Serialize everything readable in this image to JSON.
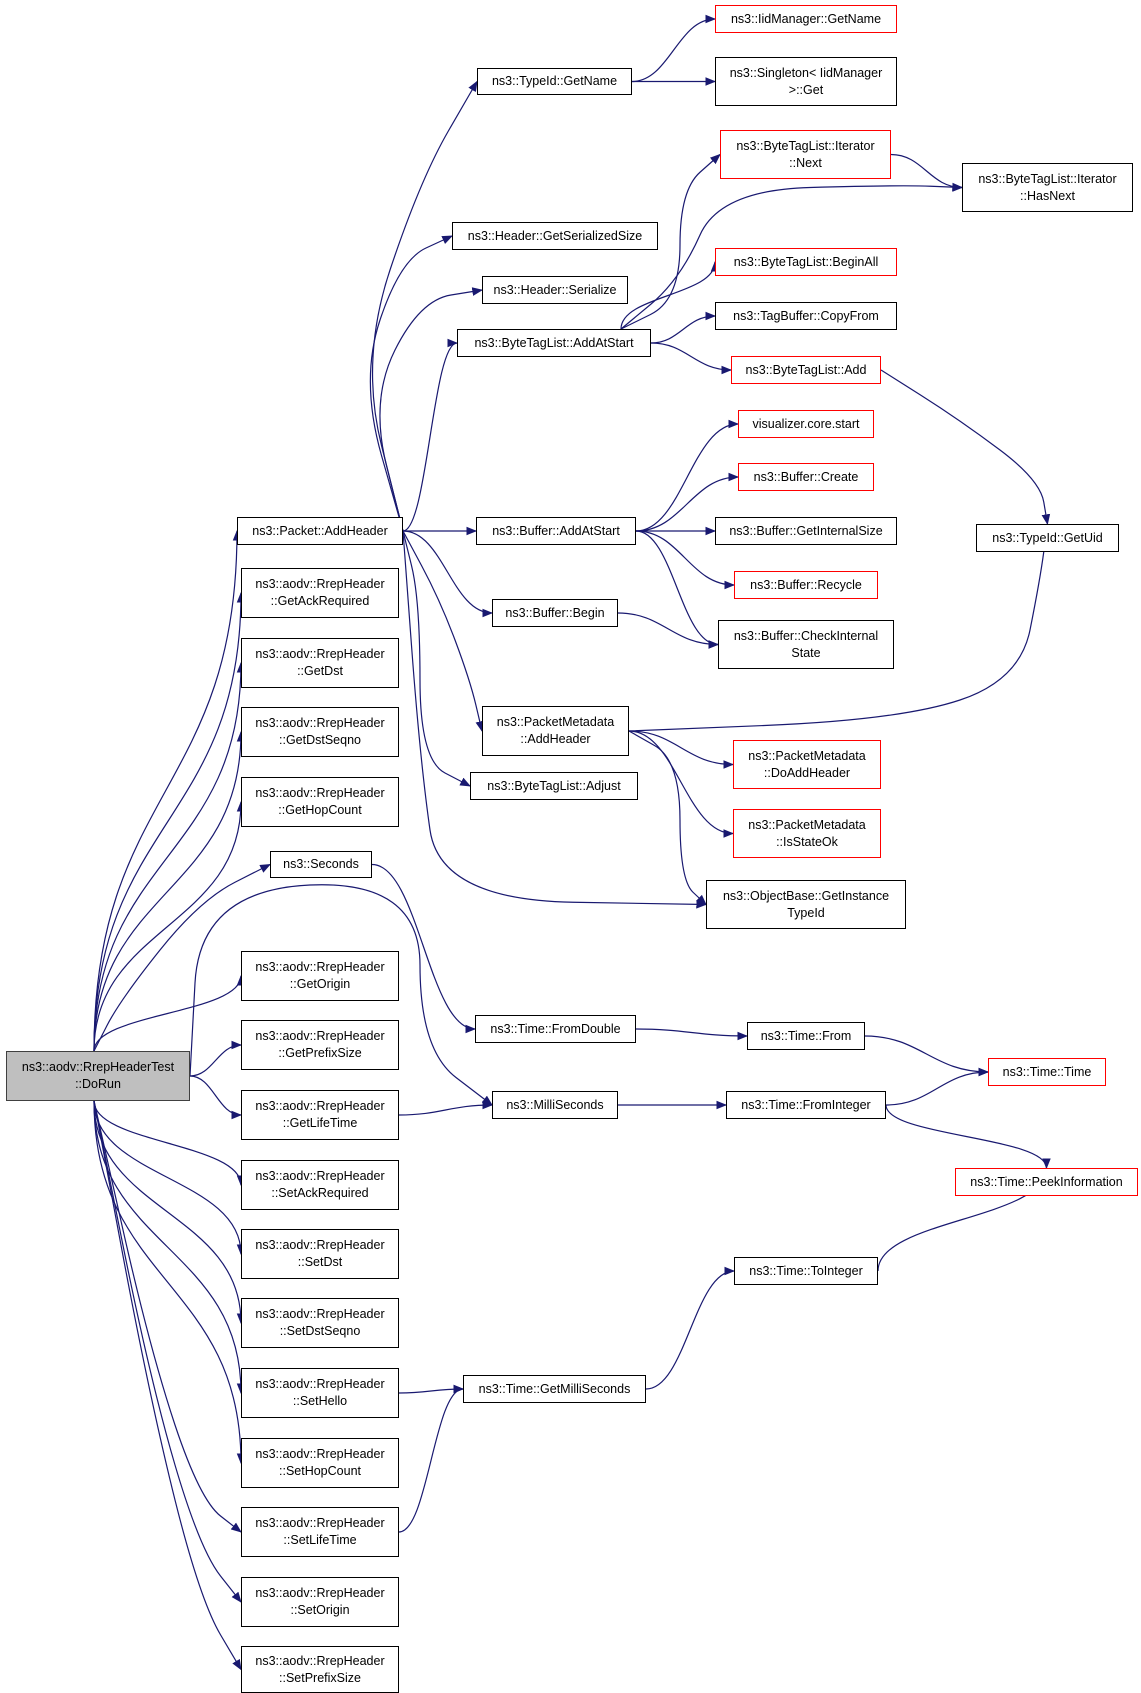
{
  "diagram": {
    "title": "",
    "colors": {
      "edge": "#191970",
      "border_normal": "#000000",
      "border_truncated": "#ff0000",
      "root_fill": "#bfbfbf"
    },
    "nodes": [
      {
        "id": "root",
        "label": "ns3::aodv::RrepHeaderTest\n::DoRun",
        "style": "root"
      },
      {
        "id": "addheader",
        "label": "ns3::Packet::AddHeader",
        "style": "normal"
      },
      {
        "id": "getackreq",
        "label": "ns3::aodv::RrepHeader\n::GetAckRequired",
        "style": "normal"
      },
      {
        "id": "getdst",
        "label": "ns3::aodv::RrepHeader\n::GetDst",
        "style": "normal"
      },
      {
        "id": "getdstseq",
        "label": "ns3::aodv::RrepHeader\n::GetDstSeqno",
        "style": "normal"
      },
      {
        "id": "gethop",
        "label": "ns3::aodv::RrepHeader\n::GetHopCount",
        "style": "normal"
      },
      {
        "id": "seconds",
        "label": "ns3::Seconds",
        "style": "normal"
      },
      {
        "id": "getorigin",
        "label": "ns3::aodv::RrepHeader\n::GetOrigin",
        "style": "normal"
      },
      {
        "id": "getprefix",
        "label": "ns3::aodv::RrepHeader\n::GetPrefixSize",
        "style": "normal"
      },
      {
        "id": "getlife",
        "label": "ns3::aodv::RrepHeader\n::GetLifeTime",
        "style": "normal"
      },
      {
        "id": "setackreq",
        "label": "ns3::aodv::RrepHeader\n::SetAckRequired",
        "style": "normal"
      },
      {
        "id": "setdst",
        "label": "ns3::aodv::RrepHeader\n::SetDst",
        "style": "normal"
      },
      {
        "id": "setdstseq",
        "label": "ns3::aodv::RrepHeader\n::SetDstSeqno",
        "style": "normal"
      },
      {
        "id": "sethello",
        "label": "ns3::aodv::RrepHeader\n::SetHello",
        "style": "normal"
      },
      {
        "id": "sethop",
        "label": "ns3::aodv::RrepHeader\n::SetHopCount",
        "style": "normal"
      },
      {
        "id": "setlife",
        "label": "ns3::aodv::RrepHeader\n::SetLifeTime",
        "style": "normal"
      },
      {
        "id": "setorigin",
        "label": "ns3::aodv::RrepHeader\n::SetOrigin",
        "style": "normal"
      },
      {
        "id": "setprefix",
        "label": "ns3::aodv::RrepHeader\n::SetPrefixSize",
        "style": "normal"
      },
      {
        "id": "typeidgetname",
        "label": "ns3::TypeId::GetName",
        "style": "normal"
      },
      {
        "id": "hdrgetser",
        "label": "ns3::Header::GetSerializedSize",
        "style": "normal"
      },
      {
        "id": "hdrser",
        "label": "ns3::Header::Serialize",
        "style": "normal"
      },
      {
        "id": "btladdatstart",
        "label": "ns3::ByteTagList::AddAtStart",
        "style": "normal"
      },
      {
        "id": "bufaddatstart",
        "label": "ns3::Buffer::AddAtStart",
        "style": "normal"
      },
      {
        "id": "bufbegin",
        "label": "ns3::Buffer::Begin",
        "style": "normal"
      },
      {
        "id": "pmaddheader",
        "label": "ns3::PacketMetadata\n::AddHeader",
        "style": "normal"
      },
      {
        "id": "btladjust",
        "label": "ns3::ByteTagList::Adjust",
        "style": "normal"
      },
      {
        "id": "timefromdouble",
        "label": "ns3::Time::FromDouble",
        "style": "normal"
      },
      {
        "id": "millis",
        "label": "ns3::MilliSeconds",
        "style": "normal"
      },
      {
        "id": "getmillis",
        "label": "ns3::Time::GetMilliSeconds",
        "style": "normal"
      },
      {
        "id": "iidgetname",
        "label": "ns3::IidManager::GetName",
        "style": "red"
      },
      {
        "id": "singleton",
        "label": "ns3::Singleton< IidManager\n>::Get",
        "style": "normal"
      },
      {
        "id": "btlitnext",
        "label": "ns3::ByteTagList::Iterator\n::Next",
        "style": "red"
      },
      {
        "id": "btlbeginall",
        "label": "ns3::ByteTagList::BeginAll",
        "style": "red"
      },
      {
        "id": "tagbufcopy",
        "label": "ns3::TagBuffer::CopyFrom",
        "style": "normal"
      },
      {
        "id": "btladd",
        "label": "ns3::ByteTagList::Add",
        "style": "red"
      },
      {
        "id": "vizstart",
        "label": "visualizer.core.start",
        "style": "red"
      },
      {
        "id": "bufcreate",
        "label": "ns3::Buffer::Create",
        "style": "red"
      },
      {
        "id": "bufgetint",
        "label": "ns3::Buffer::GetInternalSize",
        "style": "normal"
      },
      {
        "id": "bufrecycle",
        "label": "ns3::Buffer::Recycle",
        "style": "red"
      },
      {
        "id": "bufcheck",
        "label": "ns3::Buffer::CheckInternal\nState",
        "style": "normal"
      },
      {
        "id": "pmdoadd",
        "label": "ns3::PacketMetadata\n::DoAddHeader",
        "style": "red"
      },
      {
        "id": "pmisok",
        "label": "ns3::PacketMetadata\n::IsStateOk",
        "style": "red"
      },
      {
        "id": "objgetinst",
        "label": "ns3::ObjectBase::GetInstance\nTypeId",
        "style": "normal"
      },
      {
        "id": "timefrom",
        "label": "ns3::Time::From",
        "style": "normal"
      },
      {
        "id": "timefromint",
        "label": "ns3::Time::FromInteger",
        "style": "normal"
      },
      {
        "id": "timetoint",
        "label": "ns3::Time::ToInteger",
        "style": "normal"
      },
      {
        "id": "btlithasnext",
        "label": "ns3::ByteTagList::Iterator\n::HasNext",
        "style": "normal"
      },
      {
        "id": "typeidgetuid",
        "label": "ns3::TypeId::GetUid",
        "style": "normal"
      },
      {
        "id": "timetime",
        "label": "ns3::Time::Time",
        "style": "red"
      },
      {
        "id": "timepeek",
        "label": "ns3::Time::PeekInformation",
        "style": "red"
      }
    ],
    "edges": [
      [
        "root",
        "addheader"
      ],
      [
        "root",
        "getackreq"
      ],
      [
        "root",
        "getdst"
      ],
      [
        "root",
        "getdstseq"
      ],
      [
        "root",
        "gethop"
      ],
      [
        "root",
        "seconds"
      ],
      [
        "root",
        "millis"
      ],
      [
        "root",
        "getorigin"
      ],
      [
        "root",
        "getprefix"
      ],
      [
        "root",
        "getlife"
      ],
      [
        "root",
        "setackreq"
      ],
      [
        "root",
        "setdst"
      ],
      [
        "root",
        "setdstseq"
      ],
      [
        "root",
        "sethello"
      ],
      [
        "root",
        "sethop"
      ],
      [
        "root",
        "setlife"
      ],
      [
        "root",
        "setorigin"
      ],
      [
        "root",
        "setprefix"
      ],
      [
        "addheader",
        "typeidgetname"
      ],
      [
        "addheader",
        "hdrgetser"
      ],
      [
        "addheader",
        "hdrser"
      ],
      [
        "addheader",
        "btladdatstart"
      ],
      [
        "addheader",
        "bufaddatstart"
      ],
      [
        "addheader",
        "bufbegin"
      ],
      [
        "addheader",
        "pmaddheader"
      ],
      [
        "addheader",
        "btladjust"
      ],
      [
        "addheader",
        "objgetinst"
      ],
      [
        "typeidgetname",
        "iidgetname"
      ],
      [
        "typeidgetname",
        "singleton"
      ],
      [
        "btladdatstart",
        "btlitnext"
      ],
      [
        "btladdatstart",
        "btlithasnext"
      ],
      [
        "btladdatstart",
        "btlbeginall"
      ],
      [
        "btladdatstart",
        "tagbufcopy"
      ],
      [
        "btladdatstart",
        "btladd"
      ],
      [
        "btlitnext",
        "btlithasnext"
      ],
      [
        "btladd",
        "typeidgetuid"
      ],
      [
        "bufaddatstart",
        "vizstart"
      ],
      [
        "bufaddatstart",
        "bufcreate"
      ],
      [
        "bufaddatstart",
        "bufgetint"
      ],
      [
        "bufaddatstart",
        "bufrecycle"
      ],
      [
        "bufaddatstart",
        "bufcheck"
      ],
      [
        "bufbegin",
        "bufcheck"
      ],
      [
        "pmaddheader",
        "typeidgetuid"
      ],
      [
        "pmaddheader",
        "pmdoadd"
      ],
      [
        "pmaddheader",
        "pmisok"
      ],
      [
        "pmaddheader",
        "objgetinst"
      ],
      [
        "seconds",
        "timefromdouble"
      ],
      [
        "timefromdouble",
        "timefrom"
      ],
      [
        "timefrom",
        "timetime"
      ],
      [
        "getlife",
        "millis"
      ],
      [
        "millis",
        "timefromint"
      ],
      [
        "timefromint",
        "timetime"
      ],
      [
        "timefromint",
        "timepeek"
      ],
      [
        "sethello",
        "getmillis"
      ],
      [
        "setlife",
        "getmillis"
      ],
      [
        "getmillis",
        "timetoint"
      ],
      [
        "timetoint",
        "timepeek"
      ]
    ]
  }
}
